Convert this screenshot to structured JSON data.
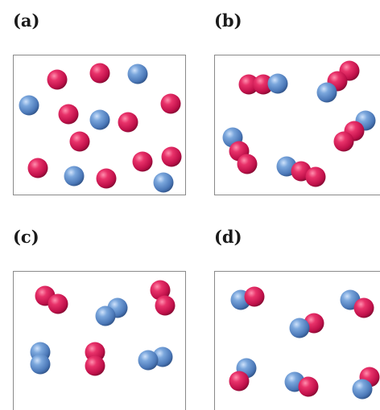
{
  "panels": [
    {
      "label": "(a)"
    },
    {
      "label": "(b)"
    },
    {
      "label": "(c)"
    },
    {
      "label": "(d)"
    }
  ],
  "colors": {
    "red_atom": "#d81e55",
    "blue_atom": "#5f8fcb",
    "frame": "#8a8a8a"
  }
}
